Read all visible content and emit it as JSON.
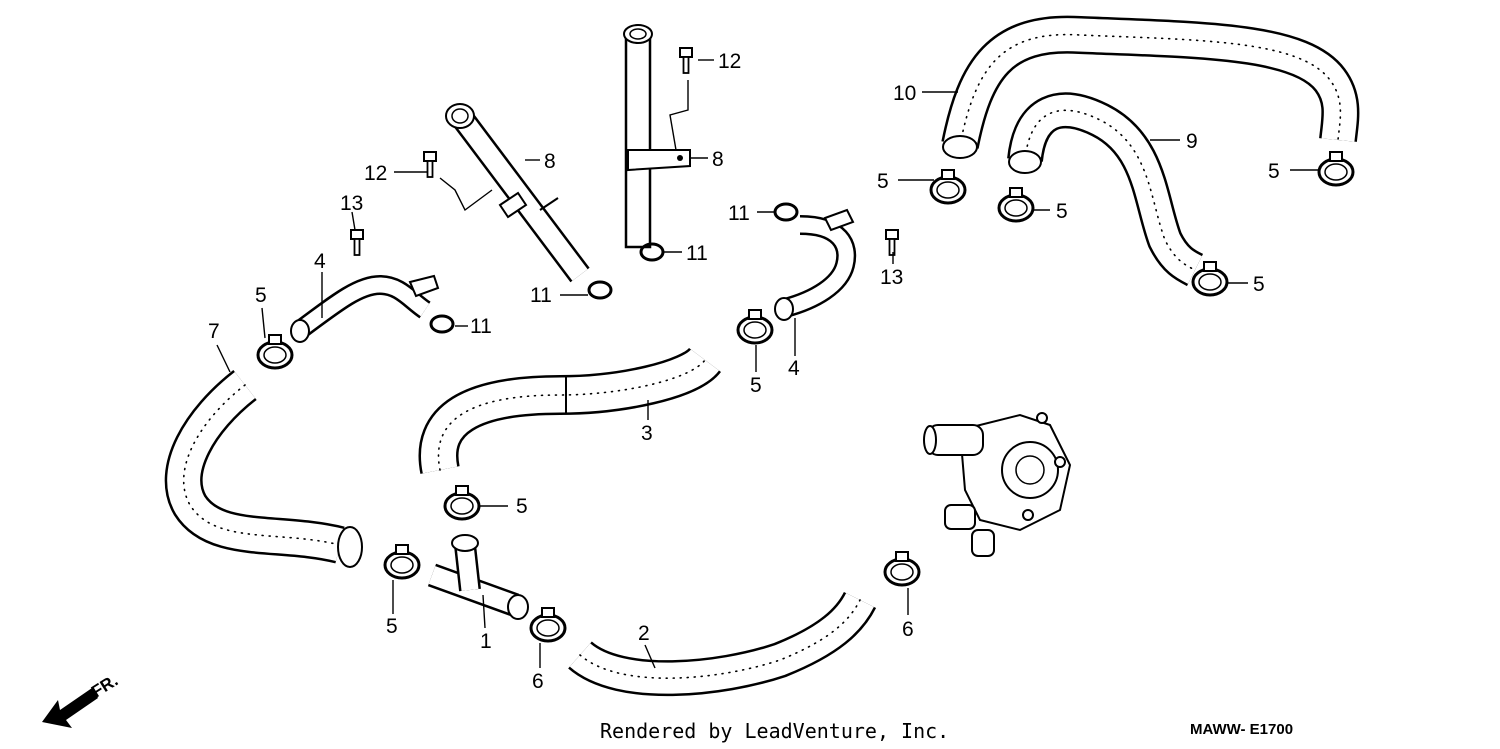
{
  "diagram": {
    "callouts": [
      {
        "id": "c1",
        "text": "1"
      },
      {
        "id": "c2",
        "text": "2"
      },
      {
        "id": "c3",
        "text": "3"
      },
      {
        "id": "c4a",
        "text": "4"
      },
      {
        "id": "c4b",
        "text": "4"
      },
      {
        "id": "c5a",
        "text": "5"
      },
      {
        "id": "c5b",
        "text": "5"
      },
      {
        "id": "c5c",
        "text": "5"
      },
      {
        "id": "c5d",
        "text": "5"
      },
      {
        "id": "c5e",
        "text": "5"
      },
      {
        "id": "c5f",
        "text": "5"
      },
      {
        "id": "c5g",
        "text": "5"
      },
      {
        "id": "c5h",
        "text": "5"
      },
      {
        "id": "c6a",
        "text": "6"
      },
      {
        "id": "c6b",
        "text": "6"
      },
      {
        "id": "c7",
        "text": "7"
      },
      {
        "id": "c8a",
        "text": "8"
      },
      {
        "id": "c8b",
        "text": "8"
      },
      {
        "id": "c9",
        "text": "9"
      },
      {
        "id": "c10",
        "text": "10"
      },
      {
        "id": "c11a",
        "text": "11"
      },
      {
        "id": "c11b",
        "text": "11"
      },
      {
        "id": "c11c",
        "text": "11"
      },
      {
        "id": "c11d",
        "text": "11"
      },
      {
        "id": "c12a",
        "text": "12"
      },
      {
        "id": "c12b",
        "text": "12"
      },
      {
        "id": "c13a",
        "text": "13"
      },
      {
        "id": "c13b",
        "text": "13"
      }
    ],
    "direction_label": "FR.",
    "credit": "Rendered by LeadVenture, Inc.",
    "diagram_code": "MAWW- E1700"
  }
}
